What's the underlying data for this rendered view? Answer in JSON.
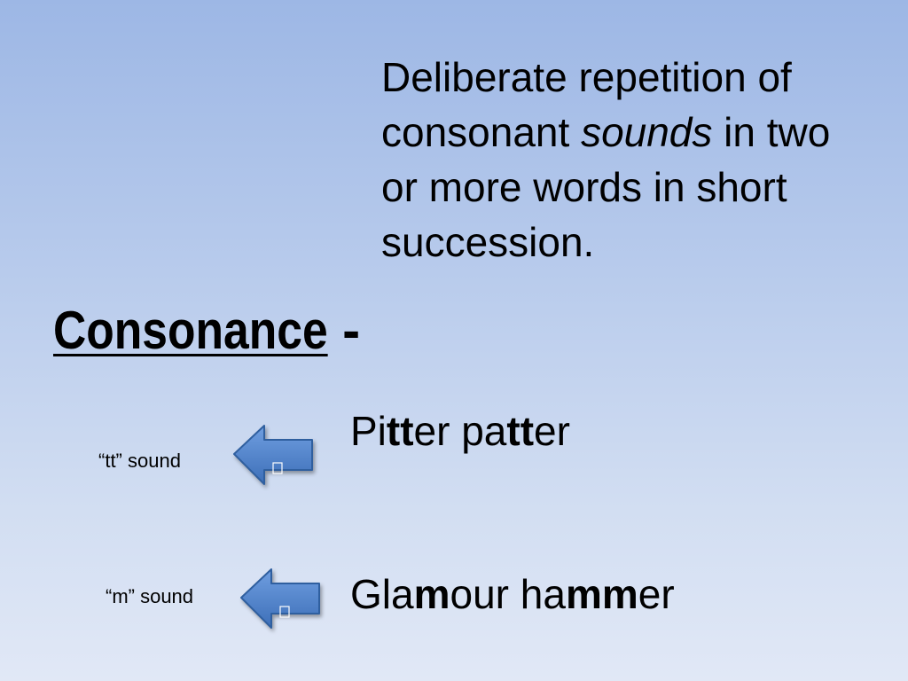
{
  "definition": {
    "line1": "Deliberate repetition of",
    "line2_pre": "consonant ",
    "line2_em": "sounds",
    "line2_post": " in two",
    "line3": "or more words in short",
    "line4": "succession."
  },
  "title": {
    "word": "Consonance",
    "dash": "-"
  },
  "examples": [
    {
      "note": "“tt” sound",
      "parts": [
        "Pi",
        "tt",
        "er pa",
        "tt",
        "er"
      ]
    },
    {
      "note": "“m” sound",
      "parts": [
        "Gla",
        "m",
        "our ha",
        "mm",
        "er"
      ]
    }
  ],
  "colors": {
    "arrow_fill": "#4a7fc9",
    "arrow_stroke": "#2f5f9f"
  },
  "icons": [
    "left-arrow-action-button-icon",
    "left-arrow-action-button-icon"
  ]
}
